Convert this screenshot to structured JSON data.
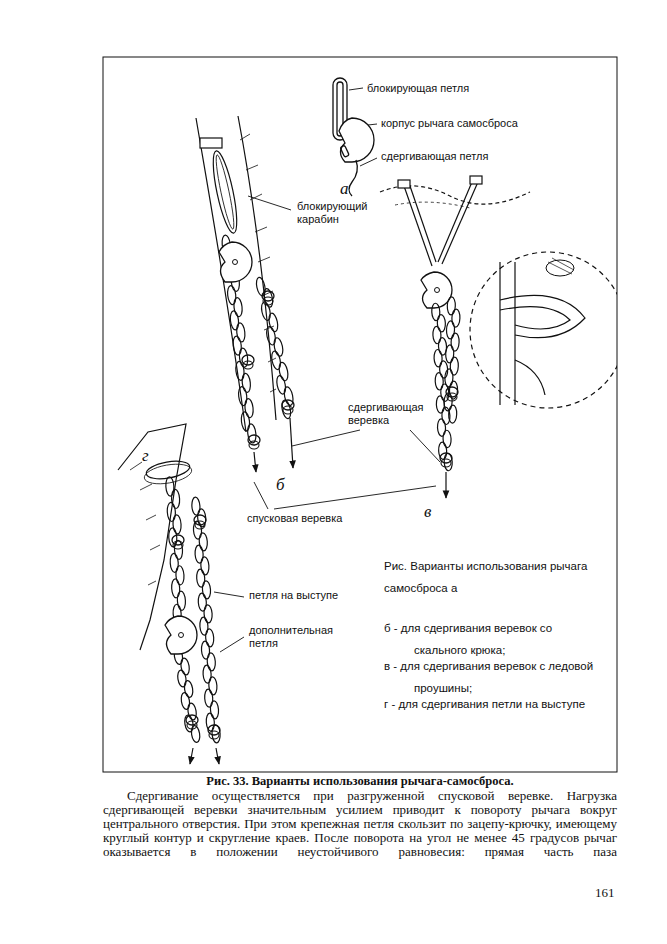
{
  "diagram": {
    "caption": "Рис. 33. Варианты использования рычага-самосброса.",
    "labels": [
      "блокирующая петля",
      "корпус рычага самосброса",
      "сдергивающая петля",
      "а",
      "блокирующий карабин",
      "б",
      "сдергивающая веревка",
      "спусковая веревка",
      "в",
      "г",
      "петля на выступе",
      "дополнительная петля",
      "Рис. Варианты использования рычага самосброса а",
      "б - для сдергивания веревок со скального крюка;",
      "в - для сдергивания веревок с ледовой проушины;",
      "г - для сдергивания петли на выступе",
      "Сдергивание осуществляется при разгруженной спусковой веревке. Нагрузка сдергивающей веревки значительным усилием приводит к повороту рычага вокруг центрального отверстия. При этом крепежная петля скользит по зацепу-крючку, имеющему круглый контур и скругление краев. После поворота на угол не менее 45 градусов рычаг оказывается в положении неустойчивого равновесия: прямая часть паза",
      "161"
    ]
  }
}
